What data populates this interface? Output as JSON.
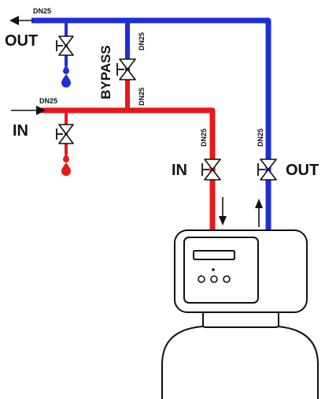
{
  "labels": {
    "out_main": "OUT",
    "in_main": "IN",
    "in_softener": "IN",
    "out_softener": "OUT",
    "bypass": "BYPASS",
    "dn_top": "DN25",
    "dn_bypass_upper": "DN25",
    "dn_bypass_lower": "DN25",
    "dn_in_pipe": "DN25",
    "dn_in_riser": "DN25",
    "dn_out_riser": "DN25"
  },
  "colors": {
    "outlet_pipe": "#1f2fd6",
    "inlet_pipe": "#e81818",
    "outline": "#111111"
  }
}
